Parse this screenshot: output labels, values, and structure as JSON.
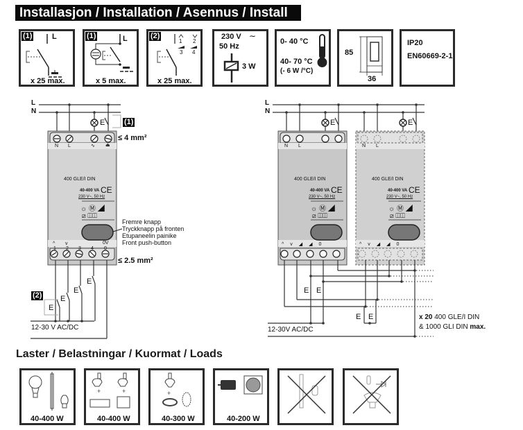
{
  "header": {
    "title": "Installasjon / Installation / Asennus / Install"
  },
  "spec_boxes": [
    {
      "tag": "(1)",
      "line_label": "L",
      "max": "x 25 max."
    },
    {
      "tag": "(1)",
      "line_label": "L",
      "max": "x 5 max."
    },
    {
      "tag": "(2)",
      "terminals": [
        "1",
        "2",
        "3",
        "4"
      ],
      "max": "x 25 max."
    },
    {
      "voltage": "230 V",
      "frequency": "50 Hz",
      "power": "3 W"
    },
    {
      "temp_range_1": "0- 40 °C",
      "temp_range_2": "40- 70 °C",
      "derating": "(- 6 W /°C)"
    },
    {
      "height": "85",
      "width": "36"
    },
    {
      "ip_rating": "IP20",
      "standard": "EN60669-2-1"
    }
  ],
  "wiring_left": {
    "bus_labels": [
      "L",
      "N"
    ],
    "lamp_switch_label": "E",
    "tag_1": "(1)",
    "tag_2": "(2)",
    "wire_size_top": "≤ 4 mm²",
    "wire_size_bottom": "≤ 2.5 mm²",
    "top_terminals": [
      "N",
      "L",
      "",
      ""
    ],
    "bottom_terminals": [
      {
        "sym": "^",
        "num": "1"
      },
      {
        "sym": "v",
        "num": "2"
      },
      {
        "sym": "",
        "num": "3"
      },
      {
        "sym": "",
        "num": "4"
      },
      {
        "sym": "0V",
        "num": "0"
      }
    ],
    "device_model": "400 GLE/I DIN",
    "device_rating": "40-400 VA",
    "device_supply": "230 V~, 50 Hz",
    "ce_mark": "CE",
    "button_callout": [
      "Fremre knapp",
      "Tryckknapp på fronten",
      "Etupaneelin painike",
      "Front push-button"
    ],
    "supply_label": "12-30 V AC/DC",
    "switch_labels": [
      "E",
      "E",
      "E",
      "E"
    ]
  },
  "wiring_right": {
    "bus_labels": [
      "L",
      "N"
    ],
    "device_model": "400 GLE/I DIN",
    "device_rating": "40-400 VA",
    "device_supply": "230 V~, 50 Hz",
    "ce_mark": "CE",
    "top_terminals": [
      "N",
      "L",
      "",
      ""
    ],
    "supply_label": "12-30V AC/DC",
    "max_note_bold": "x 20",
    "max_note_1": "400 GLE/I DIN",
    "max_note_2": "& 1000 GLI DIN",
    "max_note_bold_2": "max."
  },
  "loads": {
    "title": "Laster / Belastningar / Kuormat / Loads",
    "items": [
      {
        "icon": "incandescent-halogen-icon",
        "label": "40-400 W",
        "allowed": true
      },
      {
        "icon": "electronic-transformer-icon",
        "label": "40-400 W",
        "allowed": true
      },
      {
        "icon": "toroidal-transformer-icon",
        "label": "40-300 W",
        "allowed": true
      },
      {
        "icon": "motor-fan-icon",
        "label": "40-200 W",
        "allowed": true
      },
      {
        "icon": "fluorescent-icon",
        "label": "",
        "allowed": false
      },
      {
        "icon": "led-lamp-icon",
        "label": "",
        "allowed": false
      }
    ]
  }
}
